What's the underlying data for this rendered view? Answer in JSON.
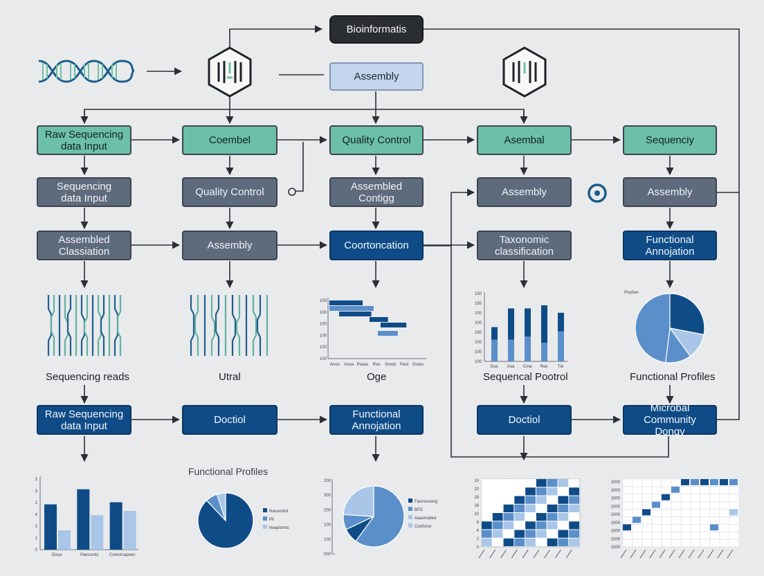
{
  "nodes": {
    "bioinformatis": "Bioinformatis",
    "assembly_top": "Assembly",
    "r1": {
      "raw_input": "Raw Sequencing\ndata Input",
      "coembel": "Coembel",
      "quality_control": "Quality Control",
      "asembal": "Asembal",
      "sequenciy": "Sequenciy"
    },
    "r2": {
      "seq_input": "Sequencing\ndata Input",
      "quality_control": "Quality Control",
      "assembled_contigg": "Assembled\nContigg",
      "assembly_a": "Assembly",
      "assembly_b": "Assembly"
    },
    "r3": {
      "assembled_classiation": "Assembled\nClassiation",
      "assembly": "Assembly",
      "coortoncation": "Coortoncation",
      "taxonomic": "Taxonomic\nclassification",
      "functional_annojation": "Functional\nAnnojation"
    },
    "r5": {
      "raw_input": "Raw Sequencing\ndata Input",
      "doctiol_a": "Doctiol",
      "functional_annojation": "Functional\nAnnojation",
      "doctiol_b": "Doctiol",
      "microbal": "Microbal Community\nDongy"
    }
  },
  "captions": {
    "sequencing_reads": "Sequencing reads",
    "utral": "Utral",
    "oge": "Oge",
    "sequencal_pootrol": "Sequencal Pootrol",
    "functional_profiles_right": "Functional Profiles",
    "functional_profiles_bottom": "Functional Profiles"
  },
  "colors": {
    "teal": "#6cc0a8",
    "slate": "#5e6b7d",
    "navy": "#0f4c87",
    "mid_blue": "#5b8fc9",
    "light_blue": "#a9c6e8",
    "line": "#2b2f35"
  },
  "icons": [
    "dna-helix-icon",
    "hexagon-sequence-icon",
    "target-icon",
    "sequence-reads-icon"
  ],
  "chart_data": [
    {
      "type": "bar",
      "title": "",
      "y_ticks": [
        "3",
        "3",
        "2",
        "4",
        "2",
        "1",
        "0"
      ],
      "categories": [
        "Doua",
        "Paessmts",
        "Comorcapoes"
      ],
      "series": [
        {
          "values": [
            2.1,
            2.8,
            2.2
          ]
        },
        {
          "values": [
            0.9,
            1.6,
            1.8
          ]
        }
      ],
      "ylim": [
        0,
        3.4
      ]
    },
    {
      "type": "pie",
      "title": "Functional Profiles",
      "legend": [
        "Nasondrol",
        "Pll",
        "Neaplomts"
      ],
      "values": [
        88,
        7,
        5
      ]
    },
    {
      "type": "pie",
      "title": "",
      "y_ticks": [
        "200",
        "300",
        "200",
        "100",
        "100",
        "000"
      ],
      "legend": [
        "Faonssoang",
        "BFD",
        "Aaasmailed",
        "Conforce"
      ],
      "values": [
        60,
        8,
        8,
        24
      ]
    },
    {
      "type": "bar",
      "title": "",
      "y_ticks": [
        "150",
        "150",
        "100",
        "100",
        "150",
        "100",
        "100",
        "100"
      ],
      "categories": [
        "Doa",
        "Aoa",
        "Cma",
        "Roo",
        "Tle"
      ],
      "series": [
        {
          "values": [
            20,
            50,
            45,
            60,
            30
          ]
        },
        {
          "values": [
            35,
            35,
            40,
            30,
            48
          ]
        }
      ],
      "ylim": [
        0,
        100
      ]
    },
    {
      "type": "bar",
      "title": "",
      "y_ticks": [
        "100",
        "100",
        "100",
        "100",
        "100",
        "100"
      ],
      "categories": [
        "Anoo",
        "Aooa",
        "Puoas",
        "Roo",
        "Smob",
        "Peol",
        "Dooio"
      ],
      "series": [
        {
          "name": "",
          "values": [
            40,
            32,
            28,
            20,
            18,
            16
          ]
        }
      ]
    },
    {
      "type": "pie",
      "title": "Pnpfam",
      "values": [
        28,
        12,
        12,
        48
      ]
    },
    {
      "type": "heatmap",
      "title": "",
      "y_ticks": [
        "10",
        "10",
        "18",
        "16",
        "10",
        "6",
        "4",
        "2",
        "0"
      ],
      "rows": 8,
      "cols": 9
    },
    {
      "type": "heatmap",
      "title": "",
      "y_ticks": [
        "1000",
        "1000",
        "1000",
        "1000",
        "1000",
        "1000",
        "1000",
        "1000",
        "1000"
      ],
      "rows": 9,
      "cols": 12
    }
  ]
}
